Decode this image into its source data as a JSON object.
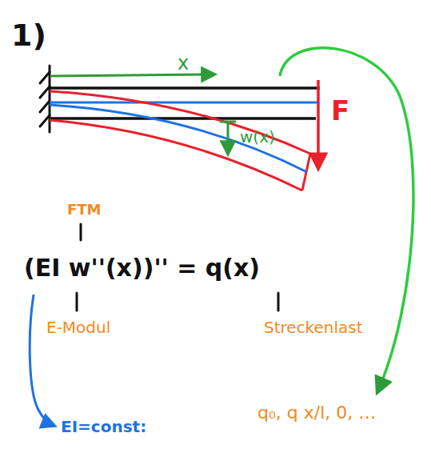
{
  "diagram": {
    "labels": [
      "1)",
      "x",
      "w(x)",
      "F",
      "FTM",
      "(EI w''(x))'' = q(x)",
      "E-Modul",
      "Streckenlast",
      "q₀, q x/l, 0, …",
      "EI=const:"
    ]
  }
}
